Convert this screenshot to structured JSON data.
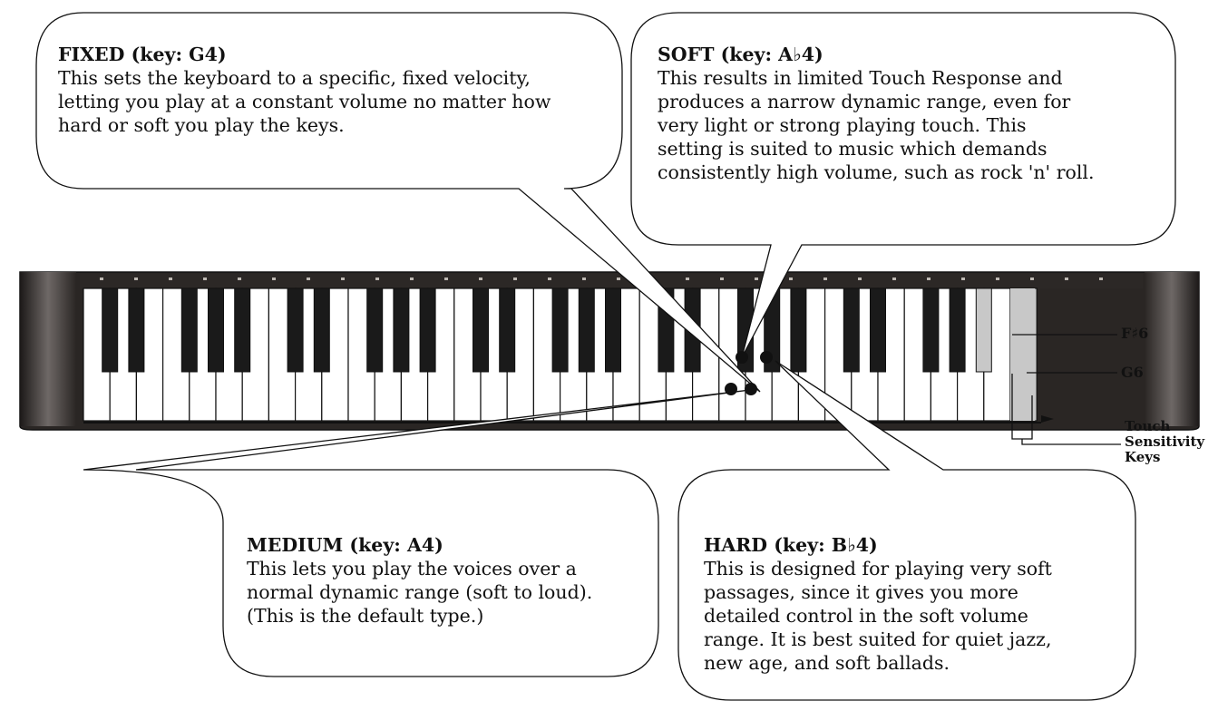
{
  "callouts": {
    "fixed": {
      "title": "FIXED (key: G4)",
      "text": "This sets the keyboard to a specific, fixed velocity,\nletting you play at a constant volume no matter how\nhard or soft you play the keys."
    },
    "soft": {
      "title": "SOFT (key: A♭4)",
      "text": "This results in limited Touch Response and\nproduces a narrow dynamic range, even for\nvery light or strong playing touch.  This\nsetting is suited to music which demands\nconsistently high volume, such as rock 'n' roll."
    },
    "medium": {
      "title": "MEDIUM (key: A4)",
      "text": "This lets you play the voices over a\nnormal dynamic range (soft to loud).\n(This is the default type.)"
    },
    "hard": {
      "title": "HARD (key: B♭4)",
      "text": "This is designed for playing very soft\npassages, since it gives you more\ndetailed control in the soft volume\nrange.  It is best suited for quiet jazz,\nnew age, and soft ballads."
    }
  },
  "key_labels": {
    "f_sharp_6": "F♯6",
    "g6": "G6",
    "touch_sensitivity": "Touch\nSensitivity\nKeys"
  },
  "keyboard": {
    "white_key_count": 36,
    "colors": {
      "body": "#2a2624",
      "key_white": "#ffffff",
      "key_black": "#1a1a1a",
      "highlight": "#c8c8c8"
    }
  }
}
